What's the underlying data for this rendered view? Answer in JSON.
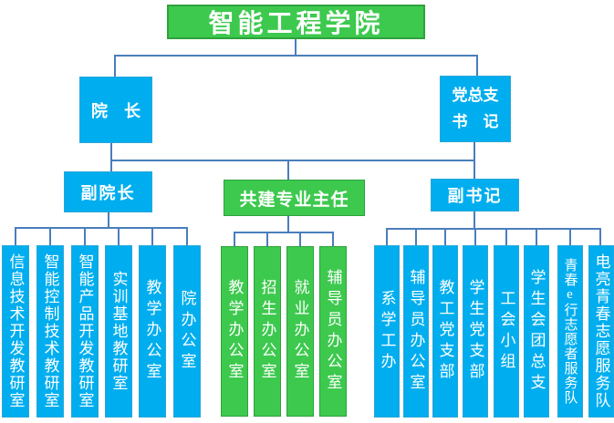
{
  "title": {
    "text": "智能工程学院"
  },
  "nodes": {
    "dean": "院　长",
    "party_secretary": {
      "line1": "党总支",
      "line2": "书　记"
    },
    "vice_dean": "副院长",
    "joint_major_director": "共建专业主任",
    "deputy_secretary": "副书记"
  },
  "groups": {
    "academic": [
      "信息技术开发教研室",
      "智能控制技术教研室",
      "智能产品开发教研室",
      "实训基地教研室",
      "教学办公室",
      "院办公室"
    ],
    "joint": [
      "教学办公室",
      "招生办公室",
      "就业办公室",
      "辅导员办公室"
    ],
    "student_party": [
      "系学工办",
      "辅导员办公室",
      "教工党支部",
      "学生党支部",
      "工会小组",
      "学生会团总支",
      "青春e行志愿者服务队",
      "电亮青春志愿服务队"
    ]
  },
  "colors": {
    "box_green": "#3DC94E",
    "box_cyan": "#00AEEF",
    "connector_blue": "#4A7EBB",
    "node_text": "#FFFFFF"
  }
}
